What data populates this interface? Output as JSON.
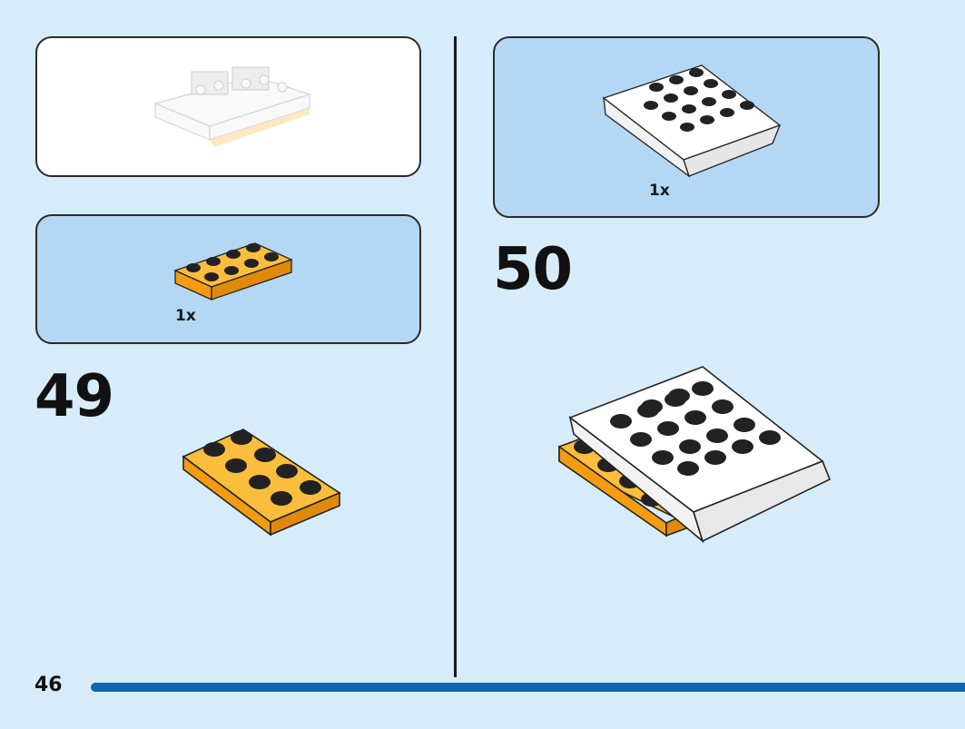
{
  "page_number": "46",
  "steps": [
    {
      "number": "49",
      "part_quantity": "1x",
      "part_color": "#f9a825",
      "part_name": "orange-2x4-plate"
    },
    {
      "number": "50",
      "part_quantity": "1x",
      "part_color": "#ffffff",
      "part_name": "white-wedge-plate"
    }
  ],
  "colors": {
    "background": "#d6ecfa",
    "parts_panel": "#b4d7f4",
    "bar": "#0f66b3",
    "orange": "#f9a825"
  }
}
